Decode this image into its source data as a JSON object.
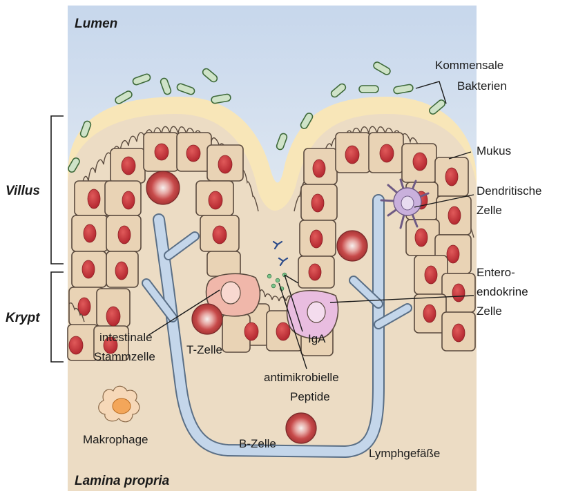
{
  "regions": {
    "lumen": "Lumen",
    "lamina_propria": "Lamina propria",
    "villus": "Villus",
    "krypt": "Krypt"
  },
  "labels": {
    "commensal_line1": "Kommensale",
    "commensal_line2": "Bakterien",
    "mukus": "Mukus",
    "dendritic_line1": "Dendritische",
    "dendritic_line2": "Zelle",
    "entero_line1": "Entero-",
    "entero_line2": "endokrine",
    "entero_line3": "Zelle",
    "stem_line1": "intestinale",
    "stem_line2": "Stammzelle",
    "tcell": "T-Zelle",
    "iga": "IgA",
    "amp_line1": "antimikrobielle",
    "amp_line2": "Peptide",
    "makrophage": "Makrophage",
    "bcell": "B-Zelle",
    "lymph": "Lymphgefäße"
  },
  "colors": {
    "lumen_top": "#c9d9ee",
    "lumen_bottom": "#e8eef4",
    "tissue": "#ecdcc4",
    "mucus": "#f8e6b8",
    "epithelial_cell": "#e9d3b5",
    "nucleus": "#c8323a",
    "bacteria": "#cfe3c8",
    "lymph_vessel": "#c4d6ea",
    "stem_cell": "#f0b7aa",
    "enteroendocrine": "#e9bde0",
    "dendritic": "#c9b0dc",
    "macrophage": "#f3a65a",
    "lymphocyte": "#e8aaa6"
  }
}
